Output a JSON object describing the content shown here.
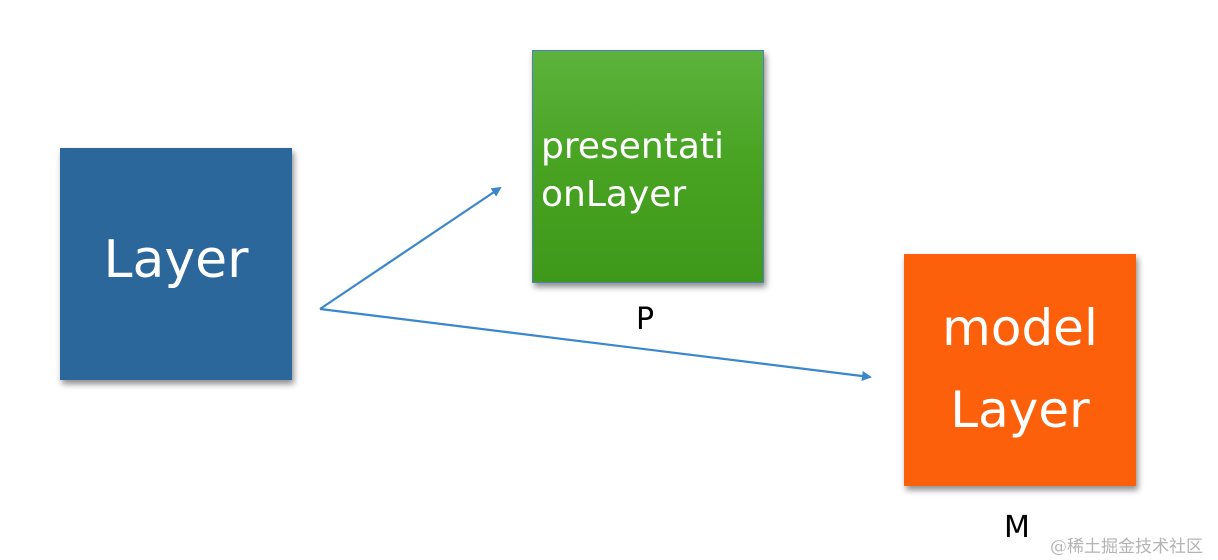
{
  "diagram": {
    "nodes": [
      {
        "id": "layer",
        "label": "Layer",
        "color": "#2c679c"
      },
      {
        "id": "presentation",
        "label": "presentationLayer",
        "display_lines": [
          "presentati",
          "onLayer"
        ],
        "color": "#49a424",
        "caption": "P"
      },
      {
        "id": "model",
        "label": "model Layer",
        "display_lines": [
          "model",
          "Layer"
        ],
        "color": "#fc600a",
        "caption": "M"
      }
    ],
    "edges": [
      {
        "from": "layer",
        "to": "presentation",
        "color": "#3a87cc"
      },
      {
        "from": "layer",
        "to": "model",
        "color": "#3a87cc"
      }
    ]
  },
  "layer_box": {
    "label": "Layer"
  },
  "presentation_box": {
    "line1": "presentati",
    "line2": "onLayer",
    "caption": "P"
  },
  "model_box": {
    "line1": "model",
    "line2": "Layer",
    "caption": "M"
  },
  "watermark": "@稀土掘金技术社区"
}
